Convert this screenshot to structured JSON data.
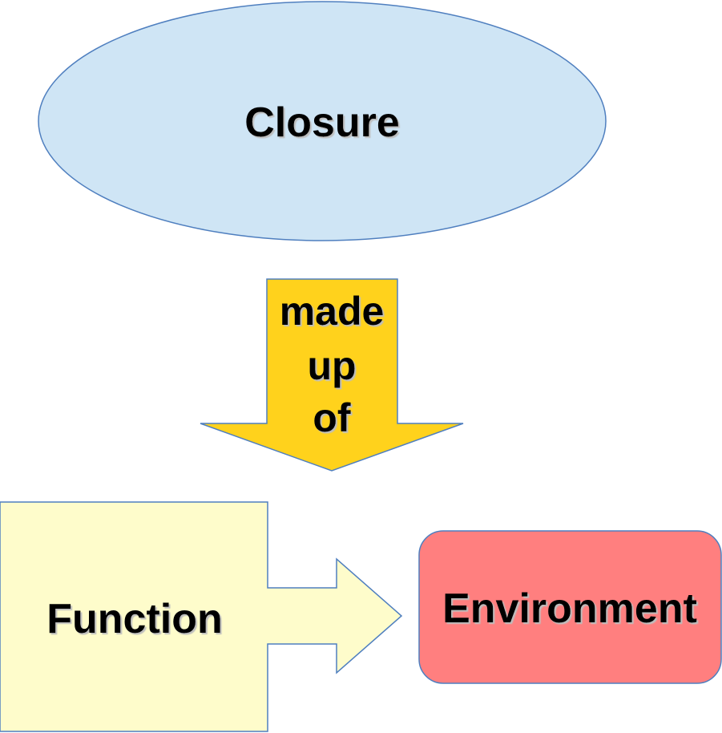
{
  "closure": {
    "label": "Closure",
    "fill": "#cfe5f5",
    "stroke": "#4f7fbf"
  },
  "arrow": {
    "line1": "made",
    "line2": "up",
    "line3": "of",
    "fill": "#ffd21c",
    "stroke": "#4f7fbf"
  },
  "function_box": {
    "label": "Function",
    "fill": "#fefccb",
    "stroke": "#4f7fbf"
  },
  "environment": {
    "label": "Environment",
    "fill": "#ff7f7f",
    "stroke": "#4f7fbf"
  }
}
